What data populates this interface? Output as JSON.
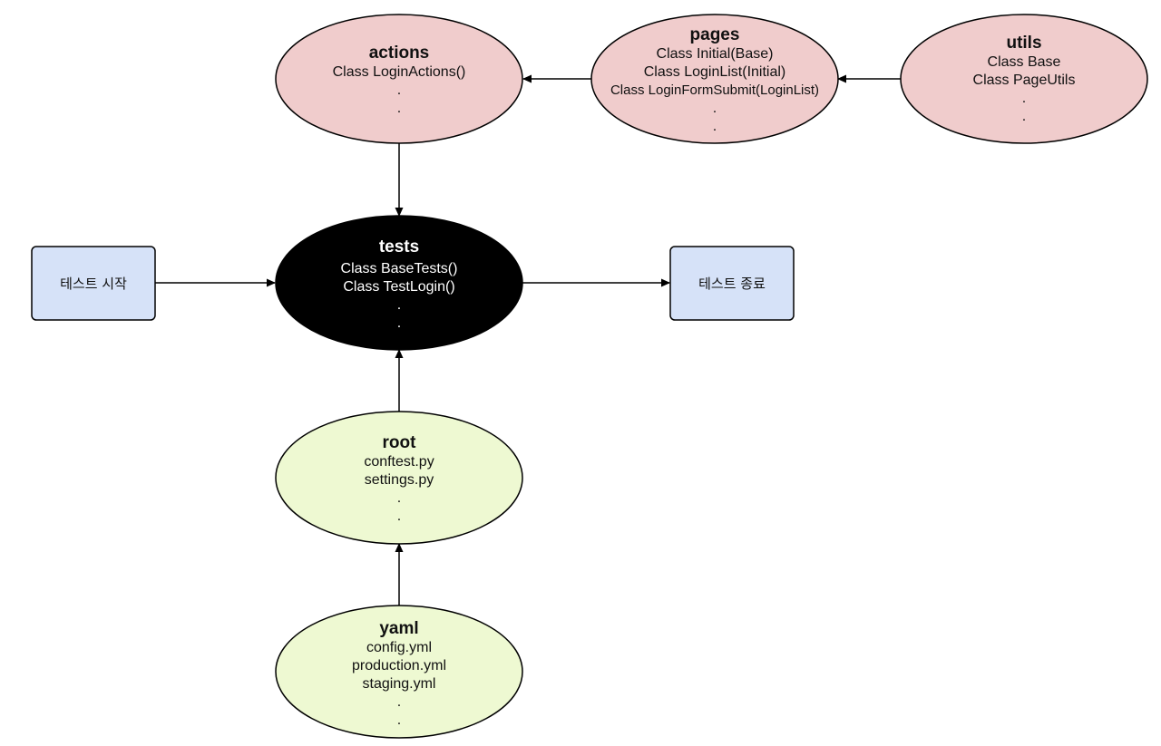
{
  "colors": {
    "pink_fill": "#f0cccc",
    "green_fill": "#eef9d2",
    "blue_fill": "#d6e2f8",
    "black_fill": "#000000",
    "stroke": "#000000"
  },
  "nodes": {
    "actions": {
      "title": "actions",
      "lines": [
        "Class LoginActions()",
        ".",
        "."
      ]
    },
    "pages": {
      "title": "pages",
      "lines": [
        "Class Initial(Base)",
        "Class LoginList(Initial)",
        "Class LoginFormSubmit(LoginList)",
        ".",
        "."
      ]
    },
    "utils": {
      "title": "utils",
      "lines": [
        "Class Base",
        "Class PageUtils",
        ".",
        "."
      ]
    },
    "tests": {
      "title": "tests",
      "lines": [
        "Class BaseTests()",
        "Class TestLogin()",
        ".",
        "."
      ]
    },
    "root": {
      "title": "root",
      "lines": [
        "conftest.py",
        "settings.py",
        ".",
        "."
      ]
    },
    "yaml": {
      "title": "yaml",
      "lines": [
        "config.yml",
        "production.yml",
        "staging.yml",
        ".",
        "."
      ]
    },
    "start": {
      "label": "테스트 시작"
    },
    "end": {
      "label": "테스트 종료"
    }
  },
  "edges": [
    {
      "from": "utils",
      "to": "pages"
    },
    {
      "from": "pages",
      "to": "actions"
    },
    {
      "from": "actions",
      "to": "tests"
    },
    {
      "from": "start",
      "to": "tests"
    },
    {
      "from": "tests",
      "to": "end"
    },
    {
      "from": "root",
      "to": "tests"
    },
    {
      "from": "yaml",
      "to": "root"
    }
  ]
}
